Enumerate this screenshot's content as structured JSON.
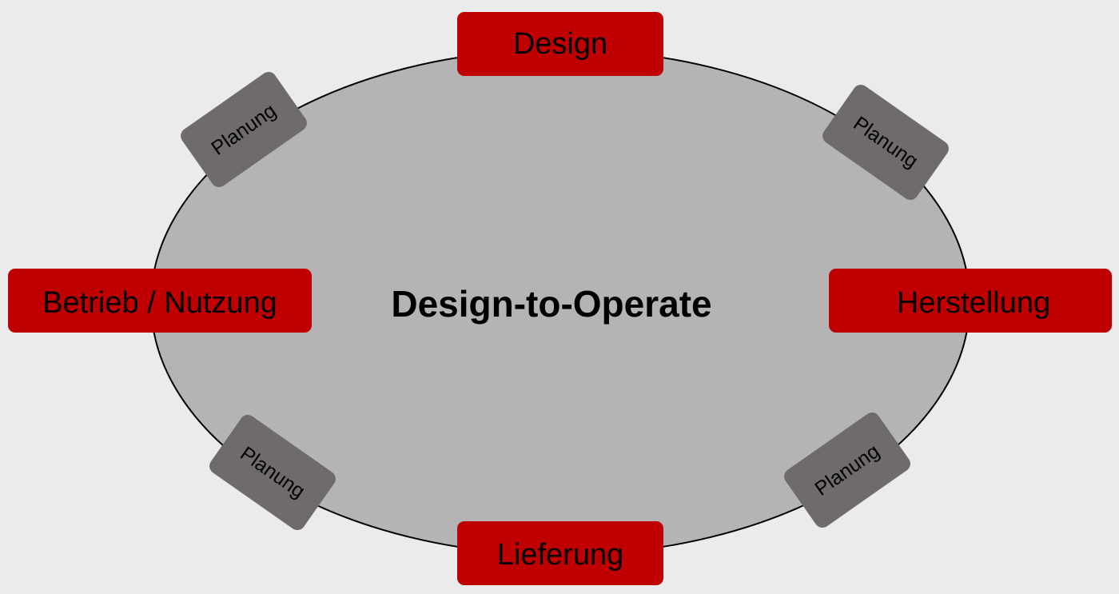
{
  "title": "Design-to-Operate",
  "phases": {
    "design": "Design",
    "herstellung": "Herstellung",
    "lieferung": "Lieferung",
    "betrieb": "Betrieb / Nutzung"
  },
  "planning": {
    "top_left": "Planung",
    "top_right": "Planung",
    "bottom_left": "Planung",
    "bottom_right": "Planung"
  },
  "colors": {
    "background": "#ebebeb",
    "ellipse_fill": "#b4b4b4",
    "ellipse_stroke": "#000000",
    "phase_fill": "#c00000",
    "planning_fill": "#6f6b6b"
  }
}
